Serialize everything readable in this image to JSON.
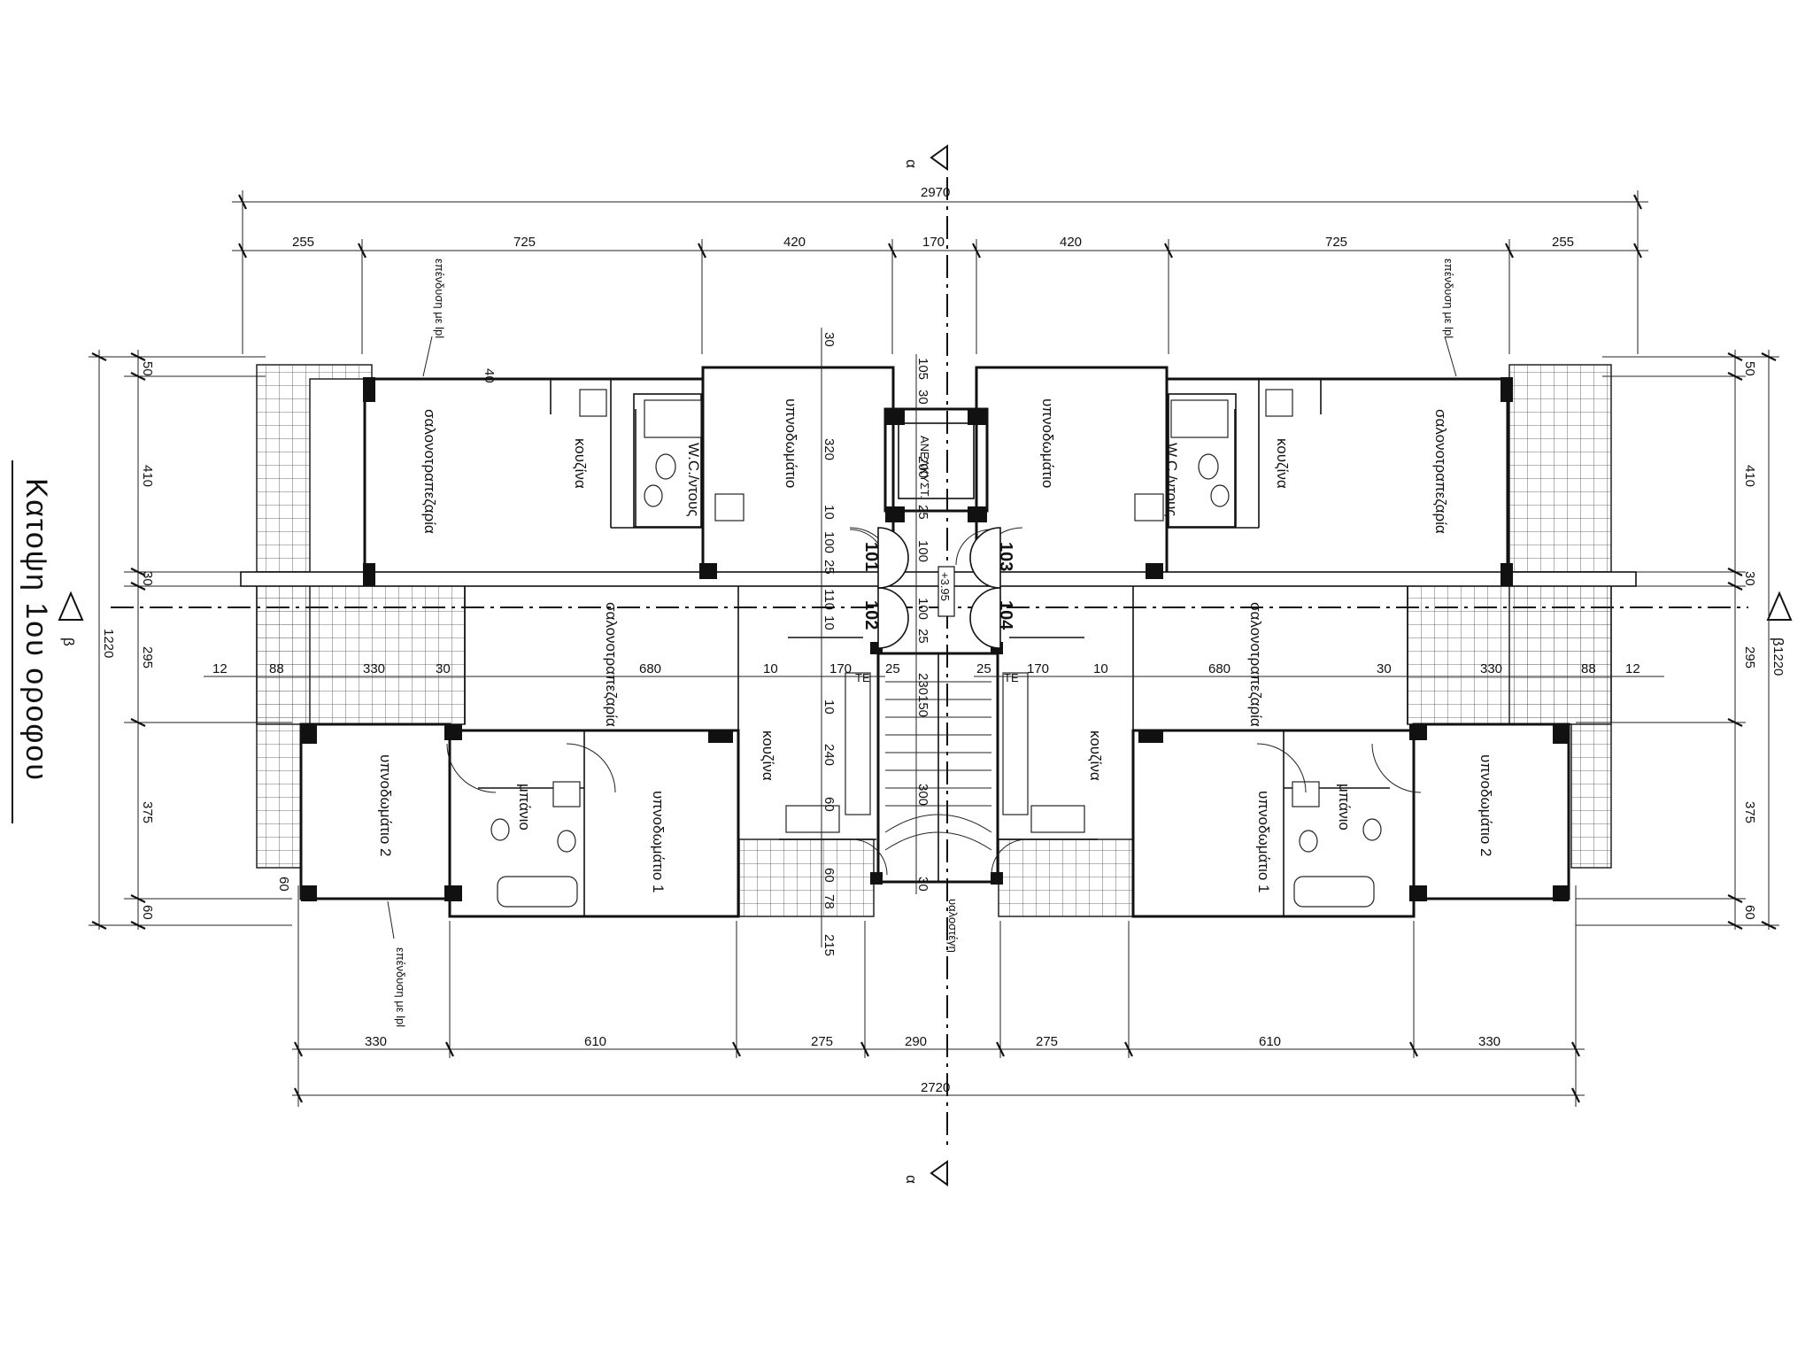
{
  "drawing": {
    "title": "Κατοψη 1ου οροφου",
    "section_mark_vertical": "α",
    "section_mark_horizontal": "β",
    "level": "+3.95"
  },
  "overall_dims": {
    "top_total": "2970",
    "bottom_total": "2720",
    "left_total": "1220",
    "right_total": "1220"
  },
  "top_dims": [
    "255",
    "725",
    "420",
    "170",
    "420",
    "725",
    "255"
  ],
  "bottom_dims": [
    "330",
    "610",
    "275",
    "290",
    "275",
    "610",
    "330"
  ],
  "left_dims": [
    "50",
    "410",
    "30",
    "295",
    "375",
    "60"
  ],
  "right_dims": [
    "50",
    "410",
    "30",
    "295",
    "375",
    "60"
  ],
  "row_dims_left": [
    "12",
    "88",
    "330",
    "30",
    "680",
    "10",
    "170",
    "25"
  ],
  "row_dims_right": [
    "25",
    "170",
    "10",
    "680",
    "30",
    "330",
    "88",
    "12"
  ],
  "core_dims": {
    "c_230": "230",
    "c_105": "105",
    "c_30": "30",
    "c_200": "200",
    "c_10a": "10",
    "c_100a": "100",
    "c_25a": "25",
    "c_100b": "100",
    "c_110": "110",
    "c_10b": "10",
    "c_25b": "25",
    "c_150": "150",
    "c_300": "300",
    "c_240": "240",
    "c_60a": "60",
    "c_60b": "60",
    "c_78": "78",
    "c_215": "215",
    "c_30b": "30",
    "c_320": "320",
    "c_40": "40",
    "c_30c": "30",
    "c_60c": "60",
    "c_10c": "10"
  },
  "rooms": {
    "living_nw": "σαλονοτραπεζαρία",
    "living_ne": "σαλονοτραπεζαρία",
    "living_sw": "σαλονοτραπεζαρία",
    "living_se": "σαλονοτραπεζαρία",
    "kitchen_nw": "κουζίνα",
    "kitchen_ne": "κουζίνα",
    "kitchen_sw": "κουζίνα",
    "kitchen_se": "κουζίνα",
    "wc_nw": "W.C./ντους",
    "wc_ne": "W.C./ντους",
    "bed_nw": "υπνοδωμάτιο",
    "bed_ne": "υπνοδωμάτιο",
    "bed2_sw": "υπνοδωμάτιο 2",
    "bed1_sw": "υπνοδωμάτιο 1",
    "bed2_se": "υπνοδωμάτιο 2",
    "bed1_se": "υπνοδωμάτιο 1",
    "bath_sw": "μπάνιο",
    "bath_se": "μπάνιο",
    "elevator": "ΑΝΕΛΚΥΣΤ.",
    "glass_roof": "υαλοστέγη",
    "lift_nw": "επένδυση με lpl",
    "lift_ne": "επένδυση με lpl",
    "lift_sw": "επένδυση με lpl",
    "ref": "ΤΕ"
  },
  "units": [
    "101",
    "102",
    "103",
    "104"
  ]
}
